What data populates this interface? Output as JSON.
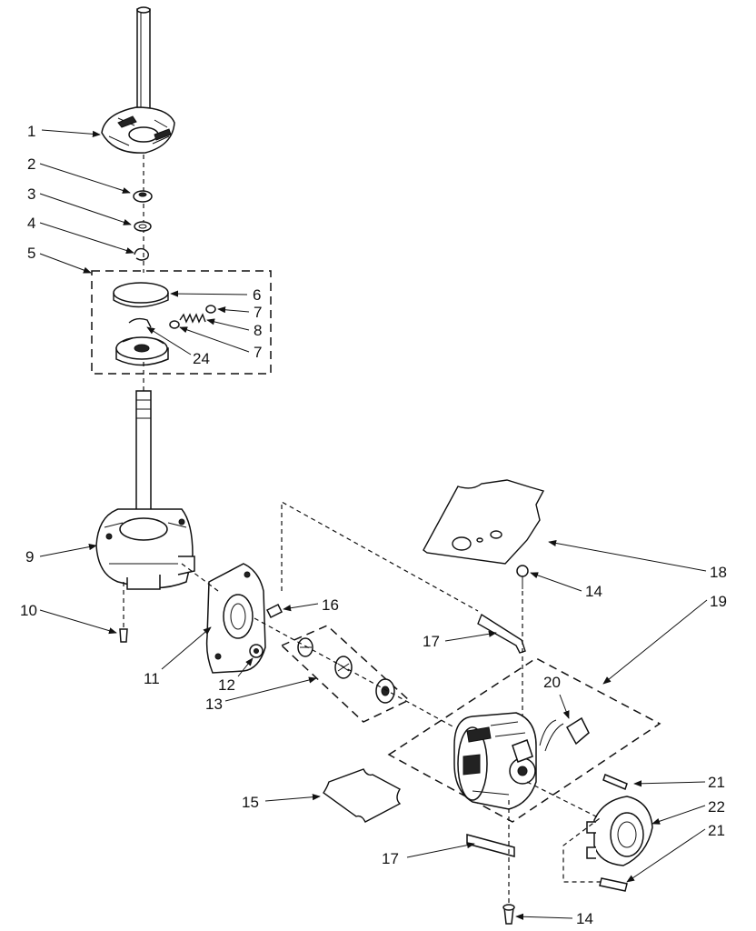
{
  "callouts": [
    {
      "id": "1",
      "text": "1"
    },
    {
      "id": "2",
      "text": "2"
    },
    {
      "id": "3",
      "text": "3"
    },
    {
      "id": "4",
      "text": "4"
    },
    {
      "id": "5",
      "text": "5"
    },
    {
      "id": "6",
      "text": "6"
    },
    {
      "id": "7a",
      "text": "7"
    },
    {
      "id": "8",
      "text": "8"
    },
    {
      "id": "7b",
      "text": "7"
    },
    {
      "id": "24",
      "text": "24"
    },
    {
      "id": "9",
      "text": "9"
    },
    {
      "id": "10",
      "text": "10"
    },
    {
      "id": "11",
      "text": "11"
    },
    {
      "id": "12",
      "text": "12"
    },
    {
      "id": "13",
      "text": "13"
    },
    {
      "id": "16",
      "text": "16"
    },
    {
      "id": "17a",
      "text": "17"
    },
    {
      "id": "18",
      "text": "18"
    },
    {
      "id": "14a",
      "text": "14"
    },
    {
      "id": "19",
      "text": "19"
    },
    {
      "id": "20",
      "text": "20"
    },
    {
      "id": "21a",
      "text": "21"
    },
    {
      "id": "22",
      "text": "22"
    },
    {
      "id": "21b",
      "text": "21"
    },
    {
      "id": "15",
      "text": "15"
    },
    {
      "id": "17b",
      "text": "17"
    },
    {
      "id": "14b",
      "text": "14"
    }
  ]
}
